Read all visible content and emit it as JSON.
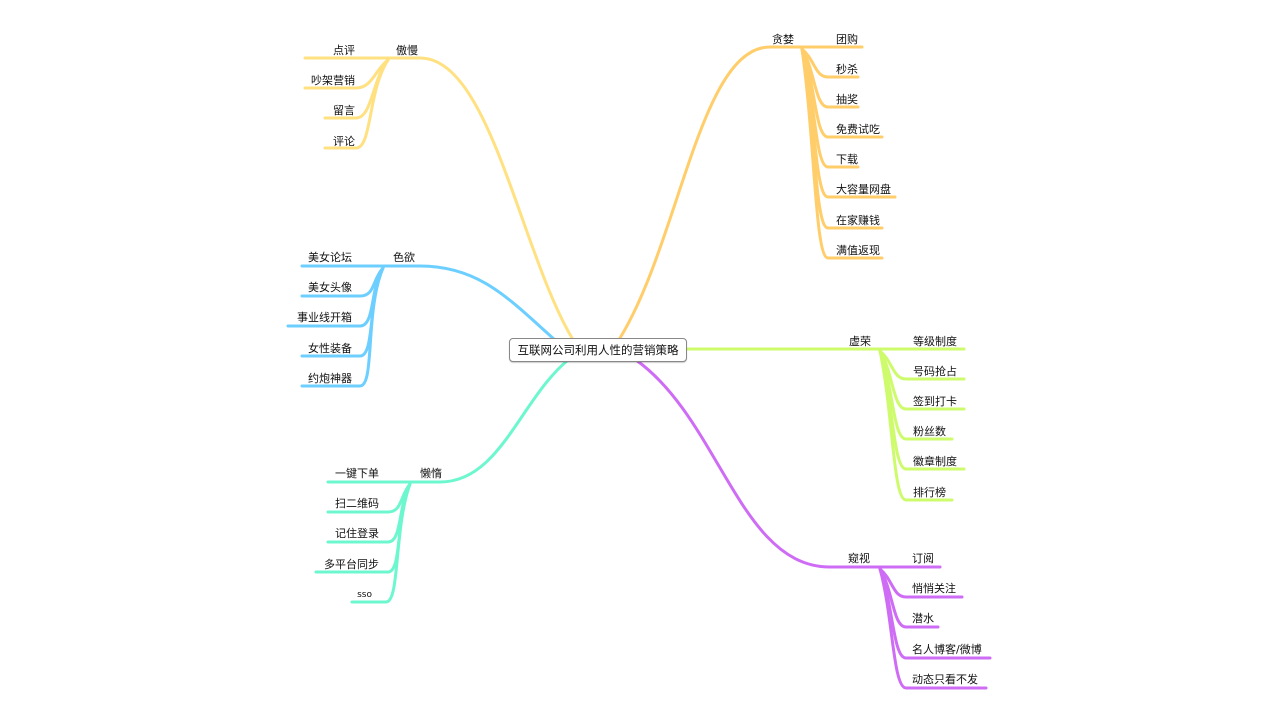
{
  "center": {
    "label": "互联网公司利用人性的营销策略"
  },
  "colors": {
    "pride": "#FFE182",
    "greed": "#FFCD6A",
    "lust": "#6CCFFF",
    "vanity": "#CDFB6C",
    "sloth": "#6CF7CF",
    "voyeur": "#CE6CF5"
  },
  "branches": {
    "pride": {
      "label": "傲慢",
      "children": [
        "点评",
        "吵架营销",
        "留言",
        "评论"
      ]
    },
    "greed": {
      "label": "贪婪",
      "children": [
        "团购",
        "秒杀",
        "抽奖",
        "免费试吃",
        "下载",
        "大容量网盘",
        "在家赚钱",
        "满值返现"
      ]
    },
    "lust": {
      "label": "色欲",
      "children": [
        "美女论坛",
        "美女头像",
        "事业线开箱",
        "女性装备",
        "约炮神器"
      ]
    },
    "vanity": {
      "label": "虚荣",
      "children": [
        "等级制度",
        "号码抢占",
        "签到打卡",
        "粉丝数",
        "徽章制度",
        "排行榜"
      ]
    },
    "sloth": {
      "label": "懒惰",
      "children": [
        "一键下单",
        "扫二维码",
        "记住登录",
        "多平台同步",
        "sso"
      ]
    },
    "voyeur": {
      "label": "窥视",
      "children": [
        "订阅",
        "悄悄关注",
        "潜水",
        "名人博客/微博",
        "动态只看不发"
      ]
    }
  }
}
